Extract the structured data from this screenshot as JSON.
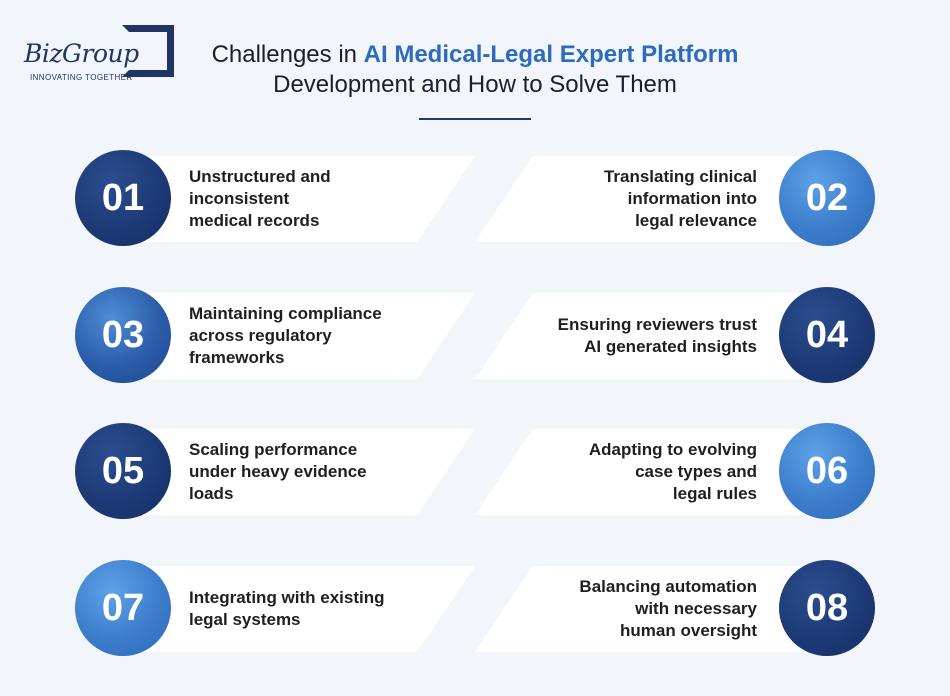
{
  "logo": {
    "name": "BizGroup",
    "tagline": "INNOVATING TOGETHER"
  },
  "title": {
    "prefix": "Challenges in ",
    "highlight": "AI Medical-Legal Expert Platform",
    "line2": "Development and How to Solve Them"
  },
  "colors": {
    "accent": "#2c6bc0",
    "navy": "#1d3a76",
    "background": "#f2f5fa"
  },
  "items": [
    {
      "number": "01",
      "text": "Unstructured and\ninconsistent\nmedical records"
    },
    {
      "number": "02",
      "text": "Translating clinical\ninformation into\nlegal relevance"
    },
    {
      "number": "03",
      "text": "Maintaining compliance\nacross regulatory\nframeworks"
    },
    {
      "number": "04",
      "text": "Ensuring reviewers trust\nAI generated insights"
    },
    {
      "number": "05",
      "text": "Scaling performance\nunder heavy evidence\nloads"
    },
    {
      "number": "06",
      "text": "Adapting to evolving\ncase types and\nlegal rules"
    },
    {
      "number": "07",
      "text": "Integrating with existing\nlegal systems"
    },
    {
      "number": "08",
      "text": "Balancing automation\nwith necessary\nhuman oversight"
    }
  ]
}
